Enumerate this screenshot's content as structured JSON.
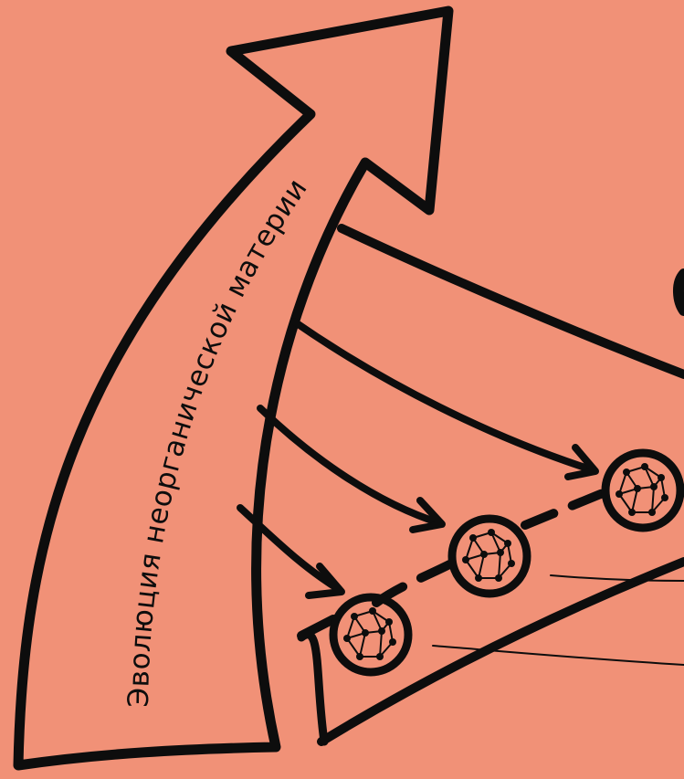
{
  "background_color": "#f19177",
  "ink_color": "#0d0d0d",
  "big_arrow": {
    "label": "Эволюция неорганической материи",
    "icon": "curved-up-arrow"
  },
  "molecule_icon": "molecule-network-icon",
  "molecule_count": 3,
  "feeder_arrow_count": 4
}
